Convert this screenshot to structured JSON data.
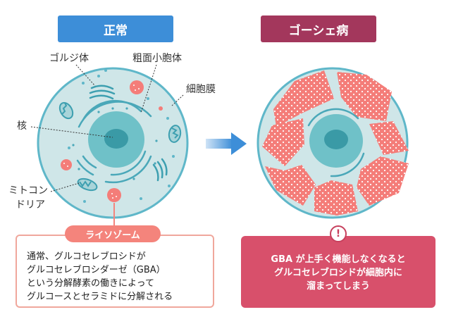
{
  "colors": {
    "normal_header": "#3d8ed8",
    "gaucher_header": "#a3375c",
    "cell_fill": "#cfe6e8",
    "cell_border": "#5fb7c9",
    "nucleus": "#6fc1c8",
    "nucleolus": "#3a9aa6",
    "lysosome": "#f47d79",
    "lyso_pill": "#f4847c",
    "gaucher_box": "#d8506b"
  },
  "normal": {
    "title": "正常",
    "labels": {
      "golgi": "ゴルジ体",
      "rough_er": "粗面小胞体",
      "membrane": "細胞膜",
      "nucleus": "核",
      "mito_line1": "ミトコン",
      "mito_line2": "ドリア"
    },
    "lysosome_label": "ライソゾーム",
    "description": [
      "通常、グルコセレブロシドが",
      "グルコセレブロシダーゼ（GBA）",
      "という分解酵素の働きによって",
      "グルコースとセラミドに分解される"
    ]
  },
  "gaucher": {
    "title": "ゴーシェ病",
    "warning_icon": "exclamation-icon",
    "description": [
      "GBA が上手く機能しなくなると",
      "グルコセレブロシドが細胞内に",
      "溜まってしまう"
    ]
  },
  "arrow_icon": "arrow-right-icon"
}
